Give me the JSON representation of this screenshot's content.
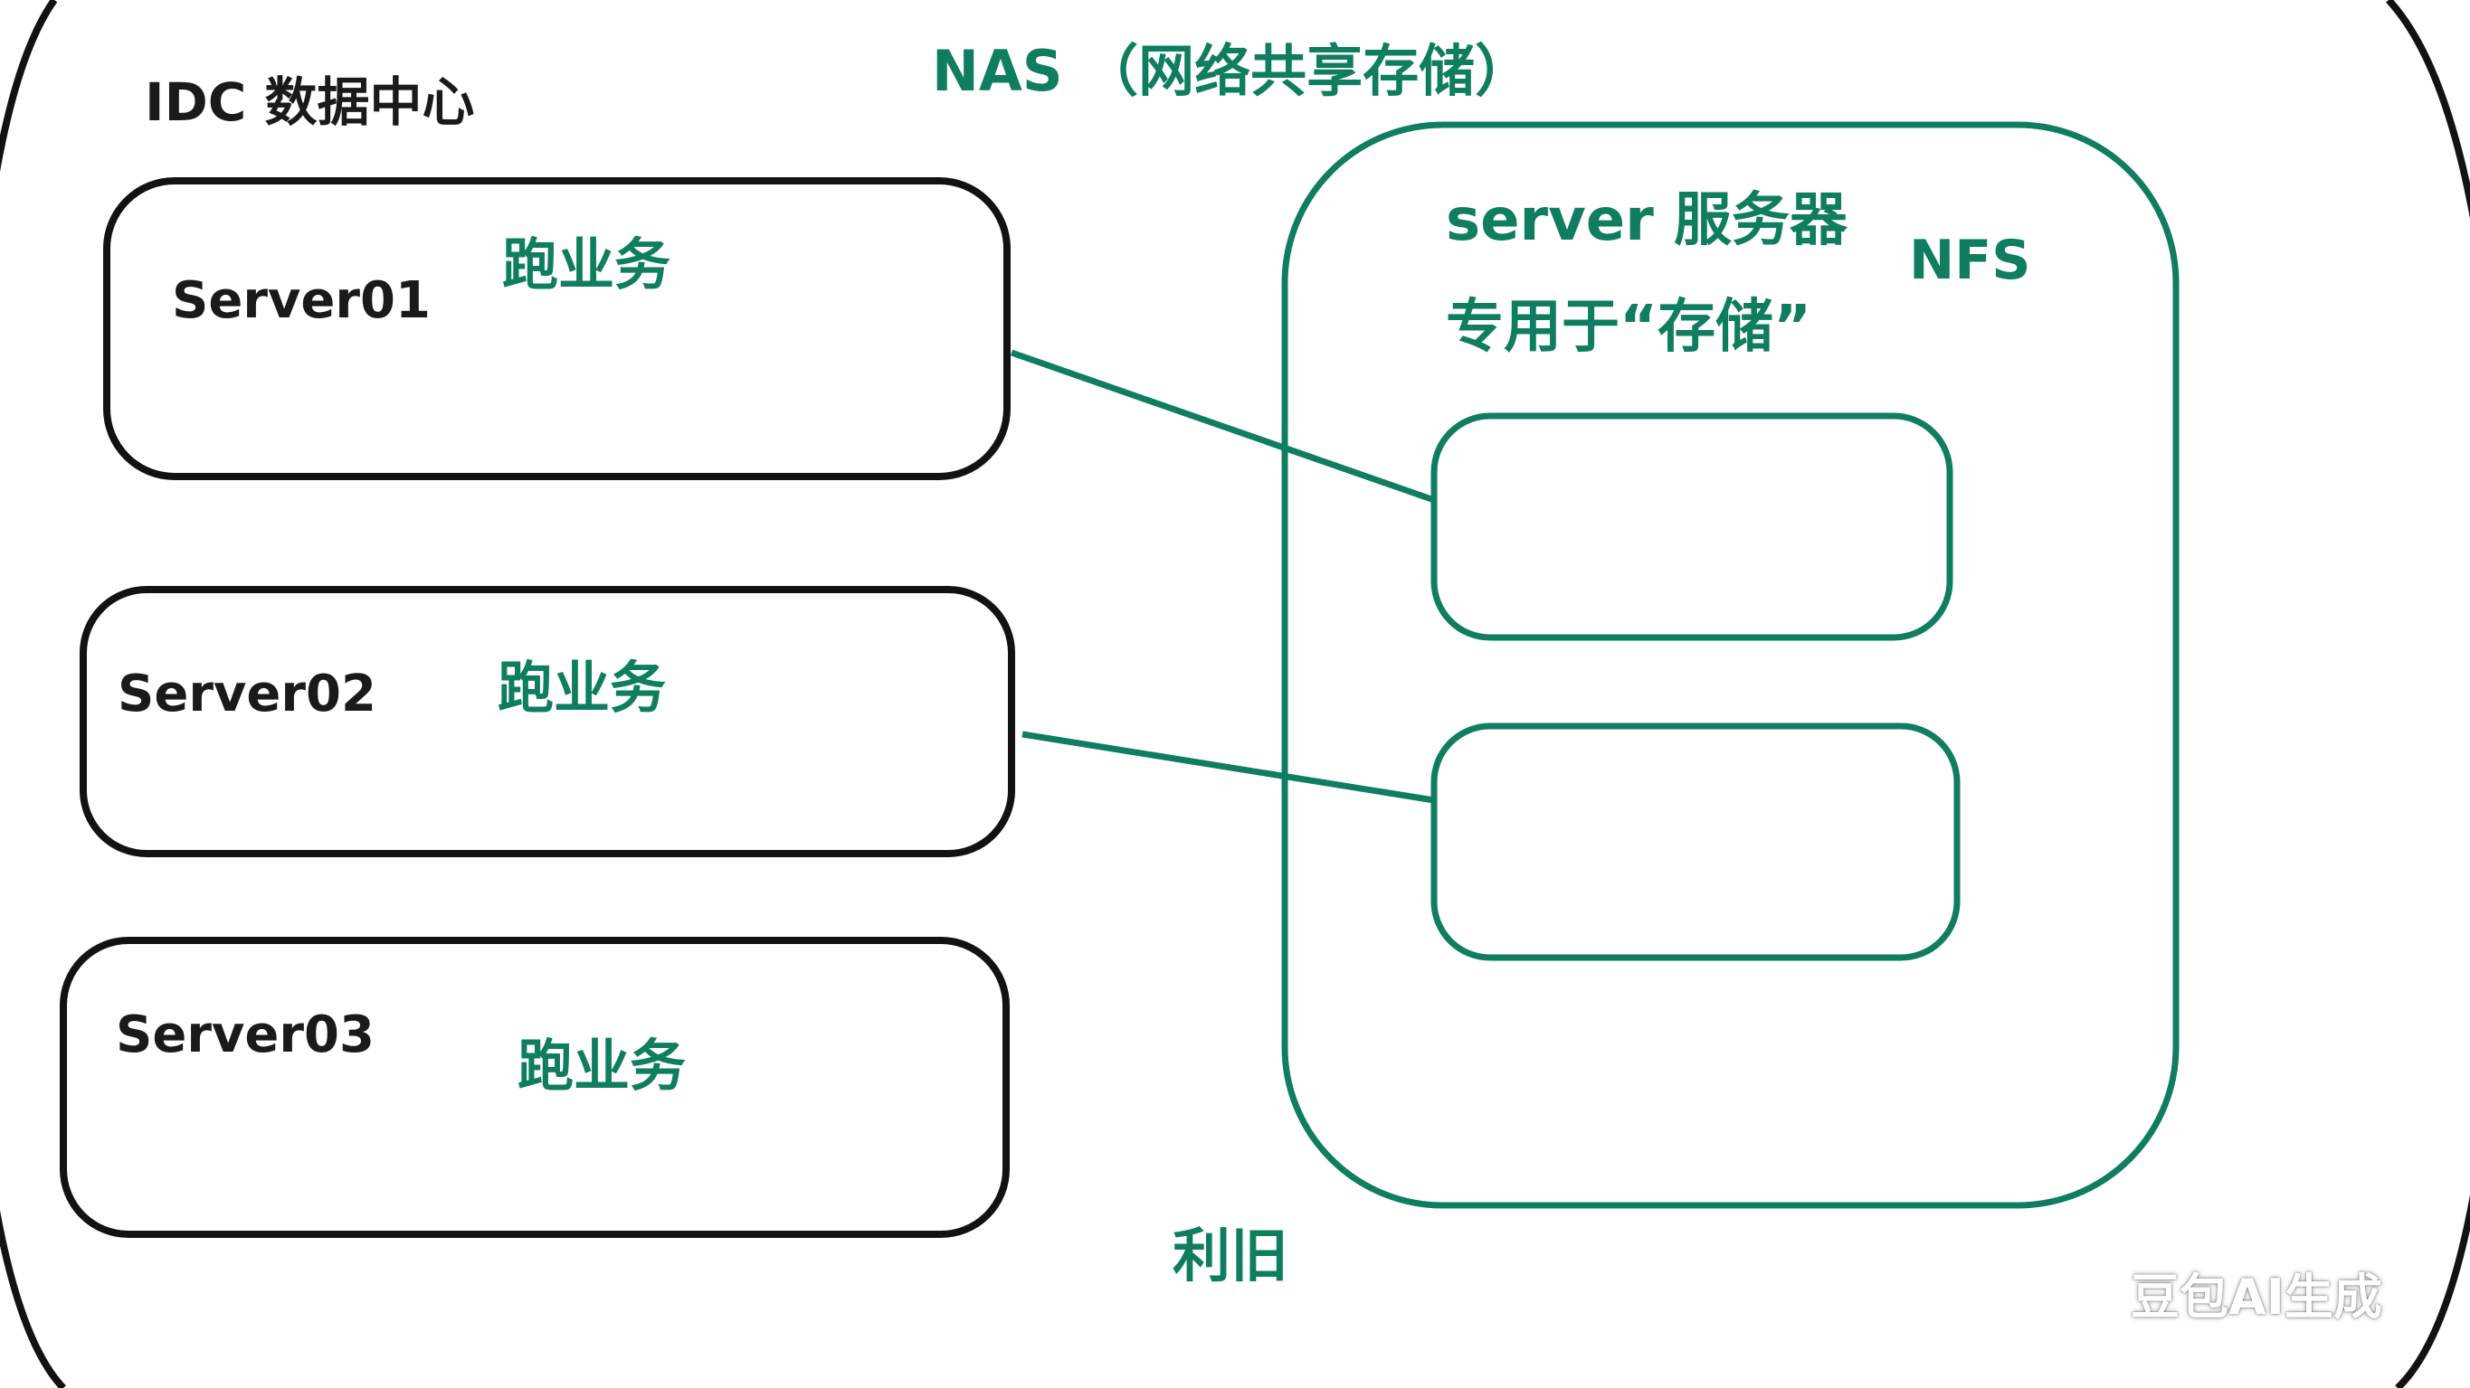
{
  "colors": {
    "outline": "#121212",
    "accent": "#0f7d5f",
    "background": "#ffffff"
  },
  "idc_label": "IDC 数据中心",
  "nas_label": "NAS （网络共享存储）",
  "servers": [
    {
      "name": "Server01",
      "role": "跑业务"
    },
    {
      "name": "Server02",
      "role": "跑业务"
    },
    {
      "name": "Server03",
      "role": "跑业务"
    }
  ],
  "storage_server": {
    "title": "server 服务器",
    "subtitle": "专用于“存储”",
    "protocol": "NFS"
  },
  "bottom_label": "利旧",
  "watermark": "豆包AI生成"
}
